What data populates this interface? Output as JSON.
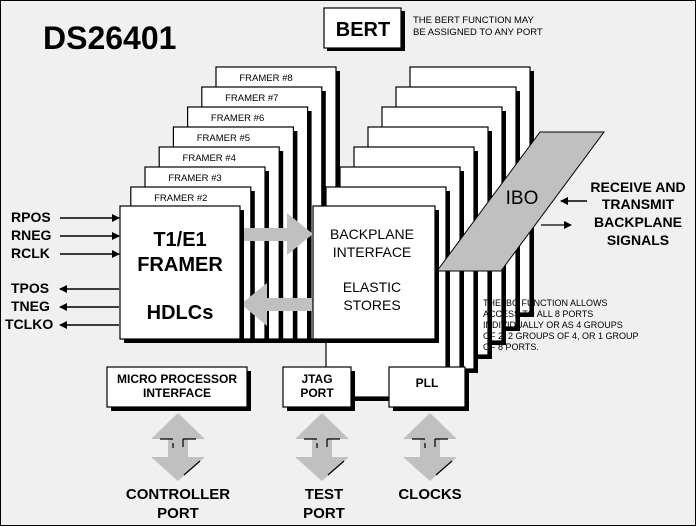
{
  "title": "DS26401",
  "bert": {
    "label": "BERT",
    "note_lines": [
      "THE BERT FUNCTION MAY",
      "BE ASSIGNED TO ANY PORT"
    ]
  },
  "framers": {
    "stack_labels": [
      "FRAMER #8",
      "FRAMER #7",
      "FRAMER #6",
      "FRAMER #5",
      "FRAMER #4",
      "FRAMER #3",
      "FRAMER #2"
    ],
    "main_lines": [
      "T1/E1",
      "FRAMER",
      "HDLCs"
    ]
  },
  "line_signals": {
    "inputs": [
      "RPOS",
      "RNEG",
      "RCLK"
    ],
    "outputs": [
      "TPOS",
      "TNEG",
      "TCLKO"
    ]
  },
  "backplane": {
    "lines": [
      "BACKPLANE",
      "INTERFACE",
      "ELASTIC",
      "STORES"
    ]
  },
  "ibo": {
    "label": "IBO",
    "signals_lines": [
      "RECEIVE AND",
      "TRANSMIT",
      "BACKPLANE",
      "SIGNALS"
    ],
    "note_lines": [
      "THE IBO FUNCTION ALLOWS",
      "ACCESS TO ALL 8 PORTS",
      "INDIVIDUALLY OR AS 4 GROUPS",
      "OF 2, 2 GROUPS OF 4, OR 1 GROUP",
      "OF 8 PORTS."
    ]
  },
  "bottom_blocks": [
    {
      "box_lines": [
        "MICRO PROCESSOR",
        "INTERFACE"
      ],
      "port_lines": [
        "CONTROLLER",
        "PORT"
      ]
    },
    {
      "box_lines": [
        "JTAG",
        "PORT"
      ],
      "port_lines": [
        "TEST",
        "PORT"
      ]
    },
    {
      "box_lines": [
        "PLL"
      ],
      "port_lines": [
        "CLOCKS"
      ]
    }
  ],
  "colors": {
    "background": "#f0f0f0",
    "box_fill": "#ffffff",
    "stroke": "#000000",
    "arrow_gray": "#c0c0c0"
  }
}
